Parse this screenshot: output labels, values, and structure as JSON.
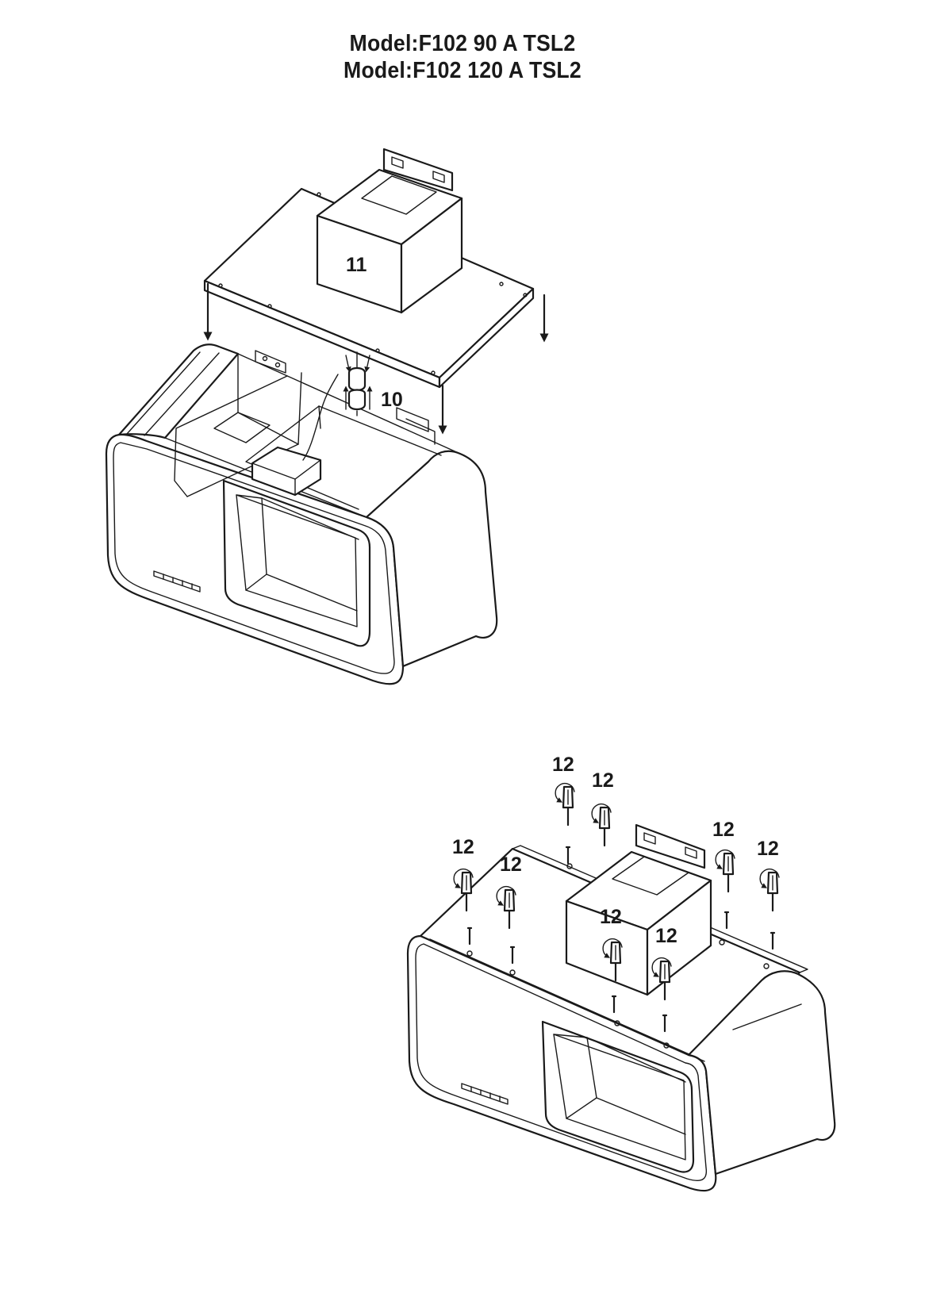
{
  "header": {
    "model_line_1": "Model:F102 90 A  TSL2",
    "model_line_2": "Model:F102 120 A TSL2"
  },
  "step_top": {
    "callout_motor_box": "11",
    "callout_connector": "10"
  },
  "step_bottom": {
    "screw_callouts": [
      "12",
      "12",
      "12",
      "12",
      "12",
      "12",
      "12",
      "12"
    ]
  },
  "colors": {
    "line": "#1a1a1a",
    "background": "#ffffff"
  }
}
